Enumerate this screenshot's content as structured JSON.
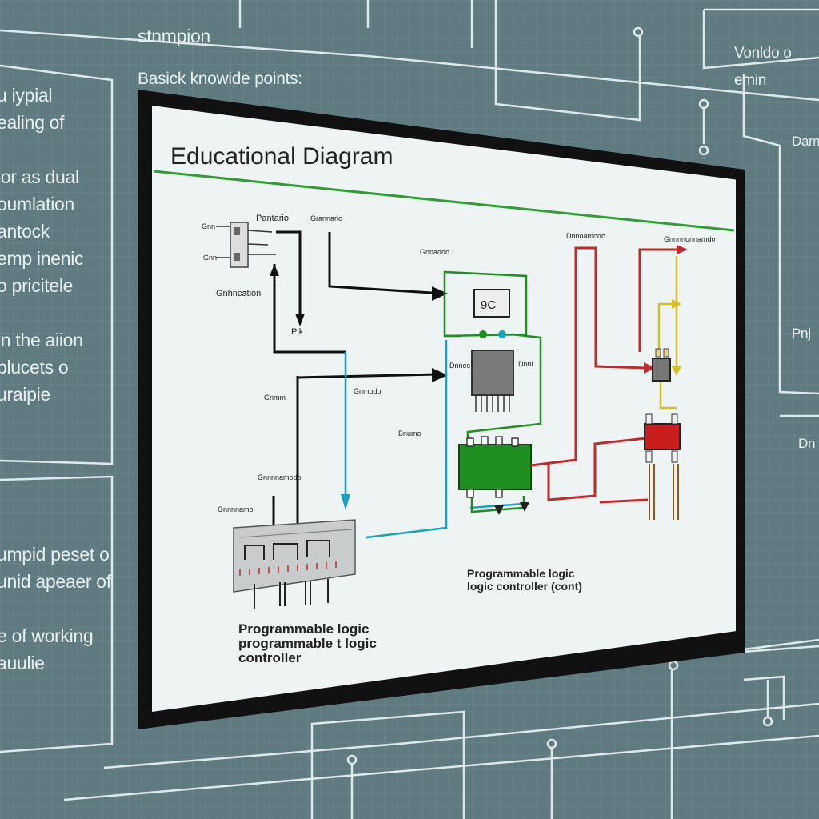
{
  "background": {
    "top_label": "stnmpion",
    "subtitle": "Basick knowide points:",
    "right_top_label": "Vonldo o emin",
    "left_block_1": "u iypial\nealing of\n\nlor as dual\noumlation\nantock",
    "left_block_2": "emp inenic\no pricitele\n\nin the aiion\nplucets o\nuraipie",
    "left_block_3": "umpid peset o\nunid apeaer of\n\ne of working\nauulie",
    "right_small_labels": [
      "Dam",
      "Pnj",
      "Dn"
    ],
    "colors": {
      "background": "#5f7b80",
      "line": "#dfe9ea"
    }
  },
  "diagram": {
    "title": "Educational Diagram",
    "chip_label": "9C",
    "labels": {
      "top_left_a": "Pantario",
      "top_left_b": "Grannario",
      "side_a": "Gnn",
      "side_b": "Gnn",
      "generator": "Gnhncation",
      "pik": "Pik",
      "bus_label": "Bnumo",
      "mid_left": "Gnmm",
      "mid_arrow": "Gnmodo",
      "chip_side_left": "Dnnes",
      "chip_side_right": "Dnnl",
      "lower_left_a": "Gnnnnamodo",
      "lower_left_b": "Gnnnnamo",
      "top_center": "Gnnaddo",
      "top_right_a": "Dnnoamodo",
      "top_right_b": "Gnnnnonnamdo"
    },
    "plc_caption_left": "Programmable logic\nprogrammable t logic\ncontroller",
    "plc_caption_right": "Programmable logic\nlogic controller (cont)",
    "colors": {
      "title_rule": "#2e9e2e",
      "green_block": "#1e8f1e",
      "red_block": "#c81e1e",
      "cyan_wire": "#1aa0c0",
      "red_wire": "#c02a2a",
      "yellow_wire": "#d6bf1e",
      "chip_gray": "#777"
    }
  }
}
